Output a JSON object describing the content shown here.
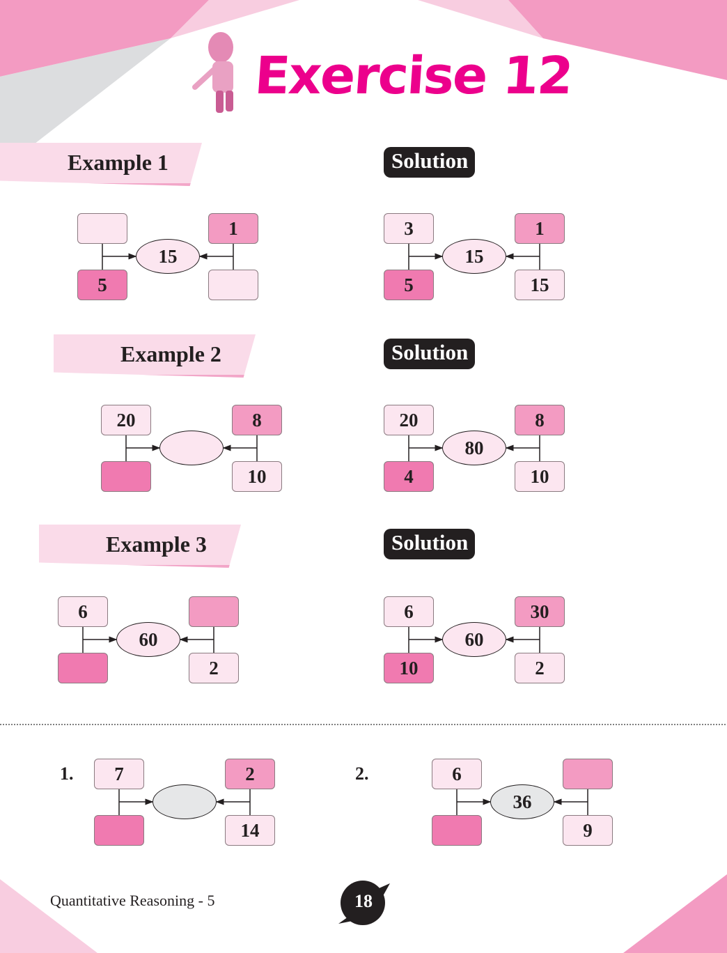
{
  "header": {
    "title": "Exercise 12"
  },
  "examples": [
    {
      "label": "Example 1",
      "solution_label": "Solution",
      "problem": {
        "tl": "",
        "tr": "1",
        "bl": "5",
        "br": "",
        "center": "15"
      },
      "solution": {
        "tl": "3",
        "tr": "1",
        "bl": "5",
        "br": "15",
        "center": "15"
      }
    },
    {
      "label": "Example 2",
      "solution_label": "Solution",
      "problem": {
        "tl": "20",
        "tr": "8",
        "bl": "",
        "br": "10",
        "center": ""
      },
      "solution": {
        "tl": "20",
        "tr": "8",
        "bl": "4",
        "br": "10",
        "center": "80"
      }
    },
    {
      "label": "Example 3",
      "solution_label": "Solution",
      "problem": {
        "tl": "6",
        "tr": "",
        "bl": "",
        "br": "2",
        "center": "60"
      },
      "solution": {
        "tl": "6",
        "tr": "30",
        "bl": "10",
        "br": "2",
        "center": "60"
      }
    }
  ],
  "questions": [
    {
      "number": "1.",
      "diagram": {
        "tl": "7",
        "tr": "2",
        "bl": "",
        "br": "14",
        "center": ""
      }
    },
    {
      "number": "2.",
      "diagram": {
        "tl": "6",
        "tr": "",
        "bl": "",
        "br": "9",
        "center": "36"
      }
    }
  ],
  "footer": {
    "book": "Quantitative Reasoning - 5",
    "page": "18"
  }
}
